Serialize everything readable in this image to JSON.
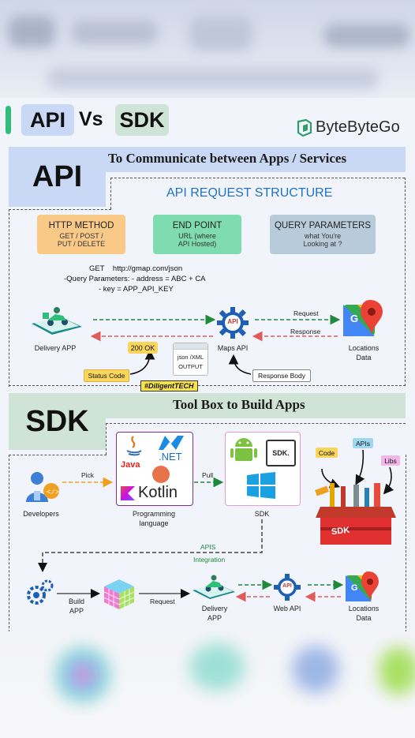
{
  "header": {
    "title_api": "API",
    "title_vs": "Vs",
    "title_sdk": "SDK",
    "brand": "ByteByteGo"
  },
  "api": {
    "label": "API",
    "subtitle": "To Communicate between Apps / Services",
    "structure_title": "API REQUEST STRUCTURE",
    "http_method": {
      "title": "HTTP METHOD",
      "line1": "GET / POST /",
      "line2": "PUT / DELETE"
    },
    "end_point": {
      "title": "END POINT",
      "line1": "URL (where",
      "line2": "API Hosted)"
    },
    "query_params": {
      "title": "QUERY PARAMETERS",
      "line1": "what You're",
      "line2": "Looking at ?"
    },
    "example_line1": "GET    http://gmap.com/json",
    "example_line2": "-Query Parameters: - address = ABC + CA",
    "example_line3": "- key = APP_API_KEY",
    "delivery_app": "Delivery APP",
    "maps_api": "Maps API",
    "locations_line1": "Locations",
    "locations_line2": "Data",
    "request": "Request",
    "response": "Response",
    "status_200": "200 OK",
    "output_line1": "json /XML",
    "output_line2": "OUTPUT",
    "status_code": "Status Code",
    "response_body": "Response Body",
    "api_badge": "API",
    "watermark": "#DiligentTECH"
  },
  "sdk": {
    "label": "SDK",
    "subtitle": "Tool Box to Build Apps",
    "developers": "Developers",
    "pick": "Pick",
    "pull": "Pull",
    "prog_lang_line1": "Programming",
    "prog_lang_line2": "language",
    "sdk_label": "SDK",
    "java": "Java",
    "net": ".NET",
    "kotlin": "Kotlin",
    "sdk_card": "SDK.",
    "code": "Code",
    "apis": "APIs",
    "libs": "Libs",
    "toolbox": "SDK",
    "apis_integration_line1": "APIS",
    "apis_integration_line2": "Integration",
    "build_app_line1": "Build",
    "build_app_line2": "APP",
    "request": "Request",
    "delivery_app_line1": "Delivery",
    "delivery_app_line2": "APP",
    "web_api": "Web API",
    "locations_line1": "Locations",
    "locations_line2": "Data",
    "api_badge": "API"
  },
  "colors": {
    "api_header": "#c9d9f5",
    "sdk_header": "#cfe3d6",
    "orange": "#f9c988",
    "green": "#7fdcae",
    "blue_gray": "#b8cbdb",
    "accent_green": "#2fbf7a",
    "structure_blue": "#1f72c4"
  }
}
